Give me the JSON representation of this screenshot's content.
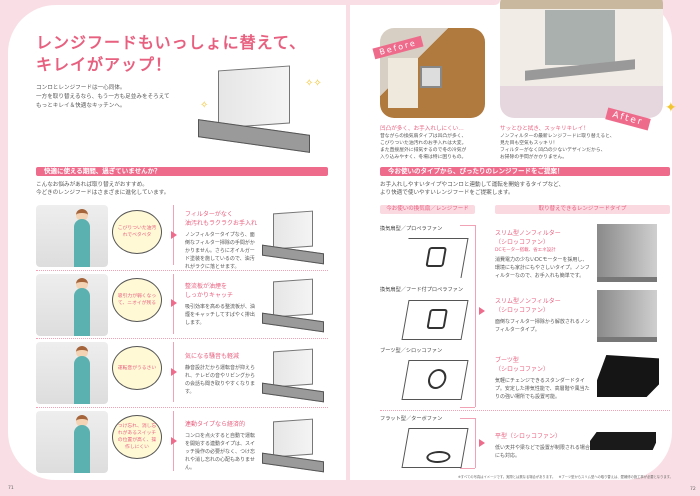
{
  "left": {
    "title_line1": "レンジフードもいっしょに替えて、",
    "title_line2": "キレイがアップ！",
    "intro": [
      "コンロとレンジフードは一心同体。",
      "一方を取り替えるなら、もう一方も足並みをそろえて",
      "もっとキレイ＆快適なキッチンへ。"
    ],
    "section_title": "快適に使える期間、過ぎていませんか？",
    "section_intro": [
      "こんなお悩みがあれば取り替えがおすすめ。",
      "今どきのレンジフードはさまざまに進化しています。"
    ],
    "rows": [
      {
        "bubble": "こびりついた油汚れでベタベタ",
        "heading": [
          "フィルターがなく",
          "油汚れもラクラクお手入れ"
        ],
        "text": "ノンフィルタータイプなら、面倒なフィルター掃除の手間がかかりません。さらにオイルガード塗装を施しているので、油汚れがラクに落とせます。"
      },
      {
        "bubble": "吸引力が弱くなって、ニオイが残る",
        "heading": [
          "整流板が油煙を",
          "しっかりキャッチ"
        ],
        "text": "吸引効率を高める整流板が、油煙をキャッチしてすばやく排出します。"
      },
      {
        "bubble": "運転音がうるさい",
        "heading": [
          "気になる騒音も軽減"
        ],
        "text": "静音設計だから運転音が抑えられ、テレビの音やリビングからの会話も聞き取りやすくなります。"
      },
      {
        "bubble": "つけ忘れ、消し忘れがあるスイッチの位置が高く、操作しにくい",
        "heading": [
          "連動タイプなら経済的"
        ],
        "text": "コンロを点火すると自動で運転を開始する連動タイプは、スイッチ操作の必要がなく、つけ忘れや消し忘れの心配もありません。"
      }
    ],
    "page_number": "71"
  },
  "right": {
    "before_tag": "Before",
    "after_tag": "After",
    "before_heading": "凹凸が多く、お手入れしにくい…",
    "before_text": [
      "昔ながらの換気扇タイプは凹凸が多く、",
      "こびりついた油汚れのお手入れは大変。",
      "また直接屋外に排気するので冬の冷気が",
      "入り込みやすく、冬場は特に困りもの。"
    ],
    "after_heading": "サッとひと拭き、スッキリキレイ！",
    "after_text": [
      "ノンフィルターの最新レンジフードに取り替えると、",
      "見た目も空気もスッキリ！",
      "フィルターがなく凹凸の少ないデザインだから、",
      "お掃除の手間がかかりません。"
    ],
    "section_title": "今お使いのタイプから、ぴったりのレンジフードをご提案！",
    "section_intro": [
      "お手入れしやすいタイプやコンロと連動して運転を開始するタイプなど、",
      "より快適で使いやすいレンジフードをご提案します。"
    ],
    "col_current": "今お使いの換気扇／レンジフード",
    "col_replace": "取り替えできるレンジフードタイプ",
    "current": [
      "換気扇型／プロペラファン",
      "換気扇型／フード付プロペラファン",
      "ブーツ型／シロッコファン",
      "フラット型／ターボファン"
    ],
    "options": [
      {
        "name": [
          "スリム型ノンフィルター",
          "（シロッコファン）"
        ],
        "sub": "DCモーター搭載、省エネ設計",
        "text": "消費電力の少ないDCモーターを採用し、環境にも家計にもやさしいタイプ。ノンフィルターなので、お手入れも簡単です。"
      },
      {
        "name": [
          "スリム型ノンフィルター",
          "（シロッコファン）"
        ],
        "sub": "",
        "text": "面倒なフィルター掃除から解放されるノンフィルタータイプ。"
      },
      {
        "name": [
          "ブーツ型",
          "（シロッコファン）"
        ],
        "sub": "",
        "text": "気軽にチェンジできるスタンダードタイプ。安定した排気性能で、高層階や風当たりの強い場所でも設置可能。"
      },
      {
        "name": [
          "平型（シロッコファン）"
        ],
        "sub": "",
        "text": "低い天井や梁などで設置が制限される場合にも対応。"
      }
    ],
    "footnote": "※すべての写真はイメージです。実際とは異なる場合があります。　※ブーツ型からスリム型への取り替えは、壁補修の施工事が必要となります。",
    "page_number": "72"
  }
}
